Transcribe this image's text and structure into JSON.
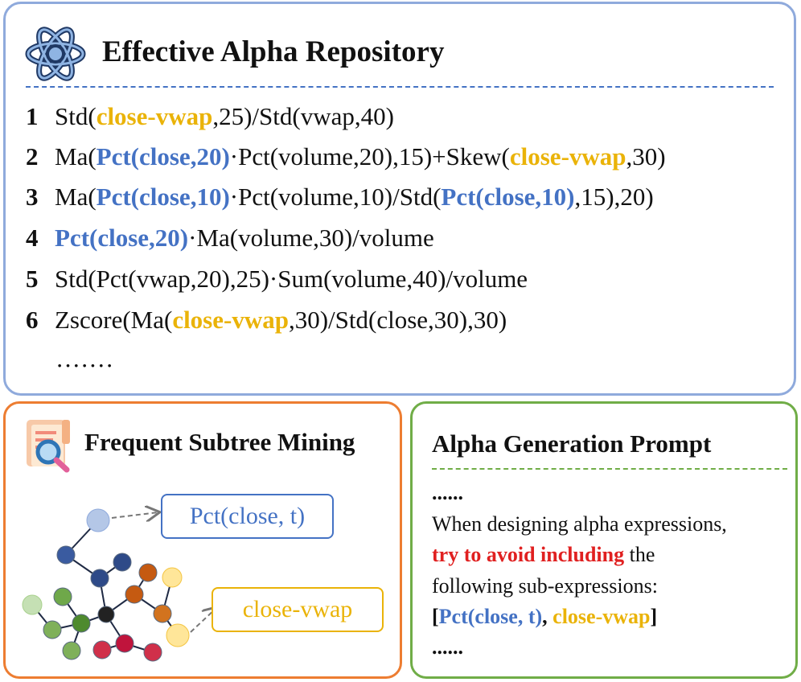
{
  "repository": {
    "title": "Effective Alpha Repository",
    "rows": [
      {
        "num": "1",
        "parts": [
          {
            "t": "Std(",
            "c": ""
          },
          {
            "t": "close-vwap",
            "c": "y"
          },
          {
            "t": ",25)/Std(vwap,40)",
            "c": ""
          }
        ]
      },
      {
        "num": "2",
        "parts": [
          {
            "t": "Ma(",
            "c": ""
          },
          {
            "t": "Pct(close,20)",
            "c": "b"
          },
          {
            "t": "·Pct(volume,20),15)+Skew(",
            "c": ""
          },
          {
            "t": "close-vwap",
            "c": "y"
          },
          {
            "t": ",30)",
            "c": ""
          }
        ]
      },
      {
        "num": "3",
        "parts": [
          {
            "t": "Ma(",
            "c": ""
          },
          {
            "t": "Pct(close,10)",
            "c": "b"
          },
          {
            "t": "·Pct(volume,10)/Std(",
            "c": ""
          },
          {
            "t": "Pct(close,10)",
            "c": "b"
          },
          {
            "t": ",15),20)",
            "c": ""
          }
        ]
      },
      {
        "num": "4",
        "parts": [
          {
            "t": "Pct(close,20)",
            "c": "b"
          },
          {
            "t": "·Ma(volume,30)/volume",
            "c": ""
          }
        ]
      },
      {
        "num": "5",
        "parts": [
          {
            "t": "Std(Pct(vwap,20),25)·Sum(volume,40)/volume",
            "c": ""
          }
        ]
      },
      {
        "num": "6",
        "parts": [
          {
            "t": "Zscore(Ma(",
            "c": ""
          },
          {
            "t": "close-vwap",
            "c": "y"
          },
          {
            "t": ",30)/Std(close,30),30)",
            "c": ""
          }
        ]
      }
    ],
    "ellipsis": "·······"
  },
  "mining": {
    "title": "Frequent Subtree Mining",
    "callout_pct": "Pct(close, t)",
    "callout_cv": "close-vwap",
    "icon": "document-search-icon"
  },
  "prompt": {
    "title": "Alpha Generation Prompt",
    "dots_top": "......",
    "line1": "When designing alpha expressions,",
    "line2_red": "try to avoid including",
    "line2_rest": " the",
    "line3": "following sub-expressions:",
    "line4_open": "[",
    "line4_pct": "Pct(close, t)",
    "line4_comma": ", ",
    "line4_cv": "close-vwap",
    "line4_close": "]",
    "dots_bottom": "......"
  },
  "colors": {
    "blue": "#4472c4",
    "yellow": "#eab308",
    "red": "#e02020",
    "repo_border": "#8faadc",
    "mining_border": "#ed7d31",
    "prompt_border": "#70ad47"
  }
}
